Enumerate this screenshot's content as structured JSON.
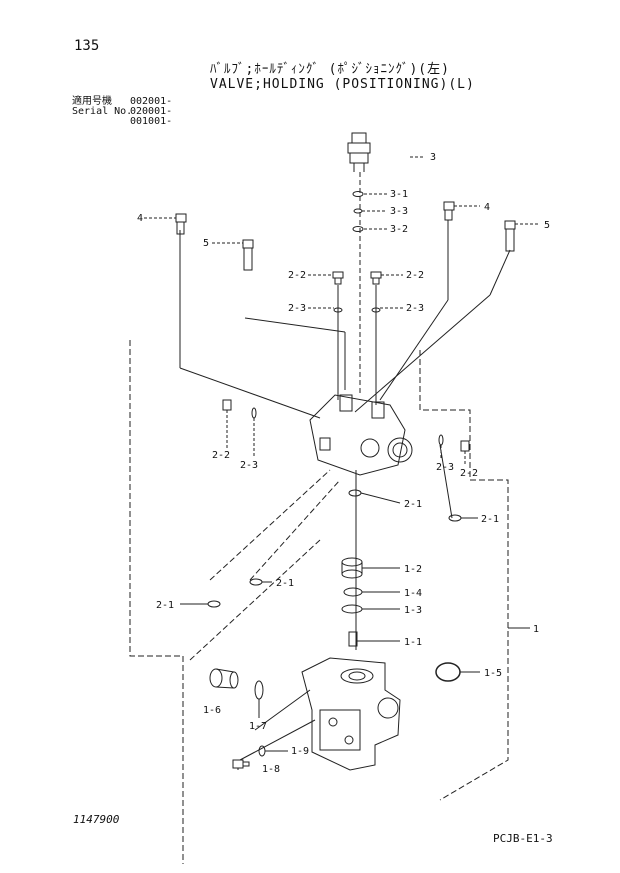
{
  "header": {
    "page_number": "135",
    "title_jp": "ﾊﾞﾙﾌﾞ;ﾎｰﾙﾃﾞｨﾝｸﾞ (ﾎﾟｼﾞｼｮﾆﾝｸﾞ)(左)",
    "title_en": "VALVE;HOLDING (POSITIONING)(L)"
  },
  "serials": {
    "applicable_label": "適用号機",
    "serial_label": "Serial No.",
    "numbers": [
      "002001-",
      "020001-",
      "001001-"
    ]
  },
  "callouts": [
    "3",
    "3-1",
    "3-3",
    "3-2",
    "4",
    "4",
    "5",
    "5",
    "2-2",
    "2-2",
    "2-3",
    "2-3",
    "2-2",
    "2-3",
    "2-3",
    "2-2",
    "2-1",
    "2-1",
    "2-1",
    "2-1",
    "1-2",
    "1-4",
    "1-3",
    "1",
    "1-1",
    "1-5",
    "1-6",
    "1-7",
    "1-9",
    "1-8"
  ],
  "footer": {
    "drawing_number": "1147900",
    "page_code": "PCJB-E1-3"
  }
}
